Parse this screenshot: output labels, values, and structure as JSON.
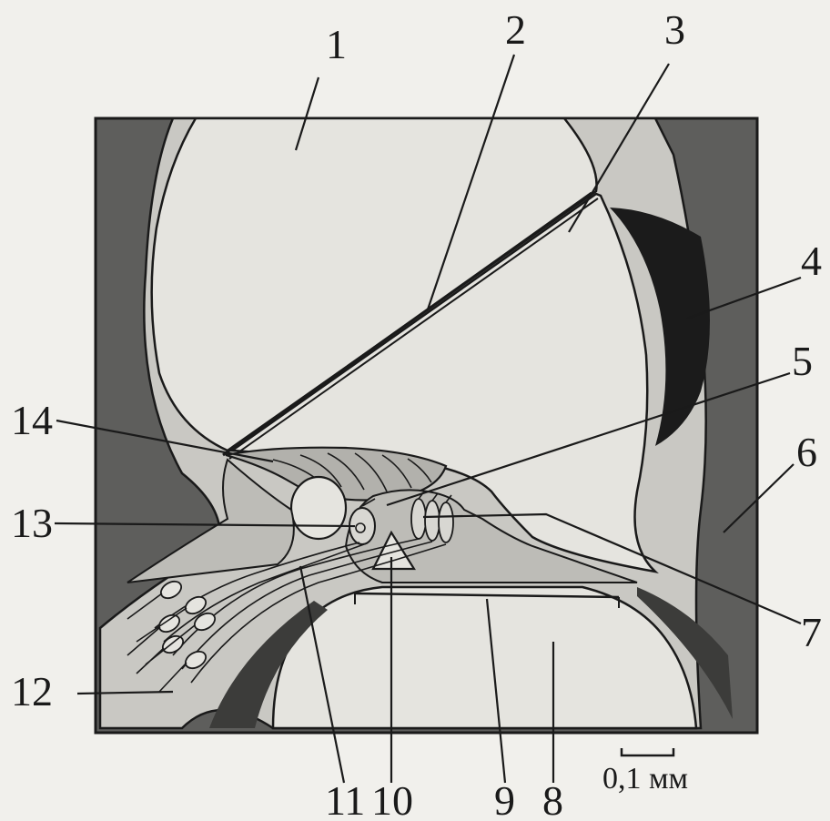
{
  "labels": {
    "n1": "1",
    "n2": "2",
    "n3": "3",
    "n4": "4",
    "n5": "5",
    "n6": "6",
    "n7": "7",
    "n8": "8",
    "n9": "9",
    "n10": "10",
    "n11": "11",
    "n12": "12",
    "n13": "13",
    "n14": "14"
  },
  "scale_bar": {
    "label": "0,1 мм"
  },
  "colors": {
    "background": "#f1f0ec",
    "dark_wall": "#5e5e5c",
    "membrane_light": "#c9c8c3",
    "cavity": "#e5e4df",
    "stria": "#1b1b1b",
    "outline": "#1a1a1a"
  }
}
